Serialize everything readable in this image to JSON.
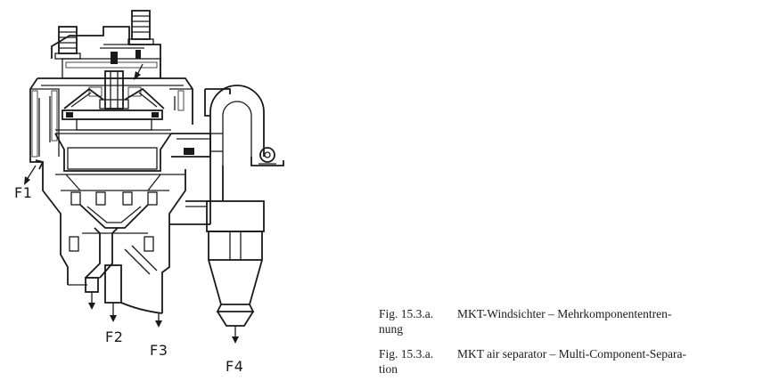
{
  "labels": {
    "f1": "F1",
    "f2": "F2",
    "f3": "F3",
    "f4": "F4"
  },
  "captions": [
    {
      "number": "Fig. 15.3.a.",
      "line1": "MKT-Windsichter  –  Mehrkomponententren-",
      "line2": "nung"
    },
    {
      "number": "Fig. 15.3.a.",
      "line1": "MKT air separator – Multi-Component-Separa-",
      "line2": "tion"
    }
  ]
}
